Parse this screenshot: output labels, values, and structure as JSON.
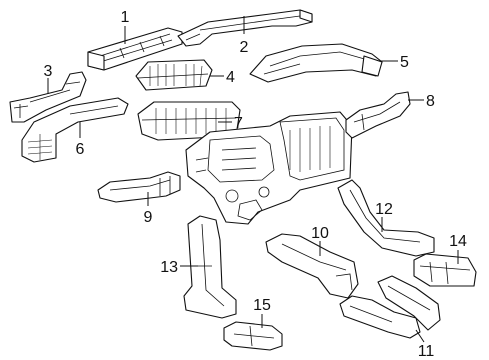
{
  "callouts": [
    {
      "key": "1",
      "label": "1"
    },
    {
      "key": "2",
      "label": "2"
    },
    {
      "key": "3",
      "label": "3"
    },
    {
      "key": "4",
      "label": "4"
    },
    {
      "key": "5",
      "label": "5"
    },
    {
      "key": "6",
      "label": "6"
    },
    {
      "key": "7",
      "label": "7"
    },
    {
      "key": "8",
      "label": "8"
    },
    {
      "key": "9",
      "label": "9"
    },
    {
      "key": "10",
      "label": "10"
    },
    {
      "key": "11",
      "label": "11"
    },
    {
      "key": "12",
      "label": "12"
    },
    {
      "key": "13",
      "label": "13"
    },
    {
      "key": "14",
      "label": "14"
    },
    {
      "key": "15",
      "label": "15"
    }
  ]
}
